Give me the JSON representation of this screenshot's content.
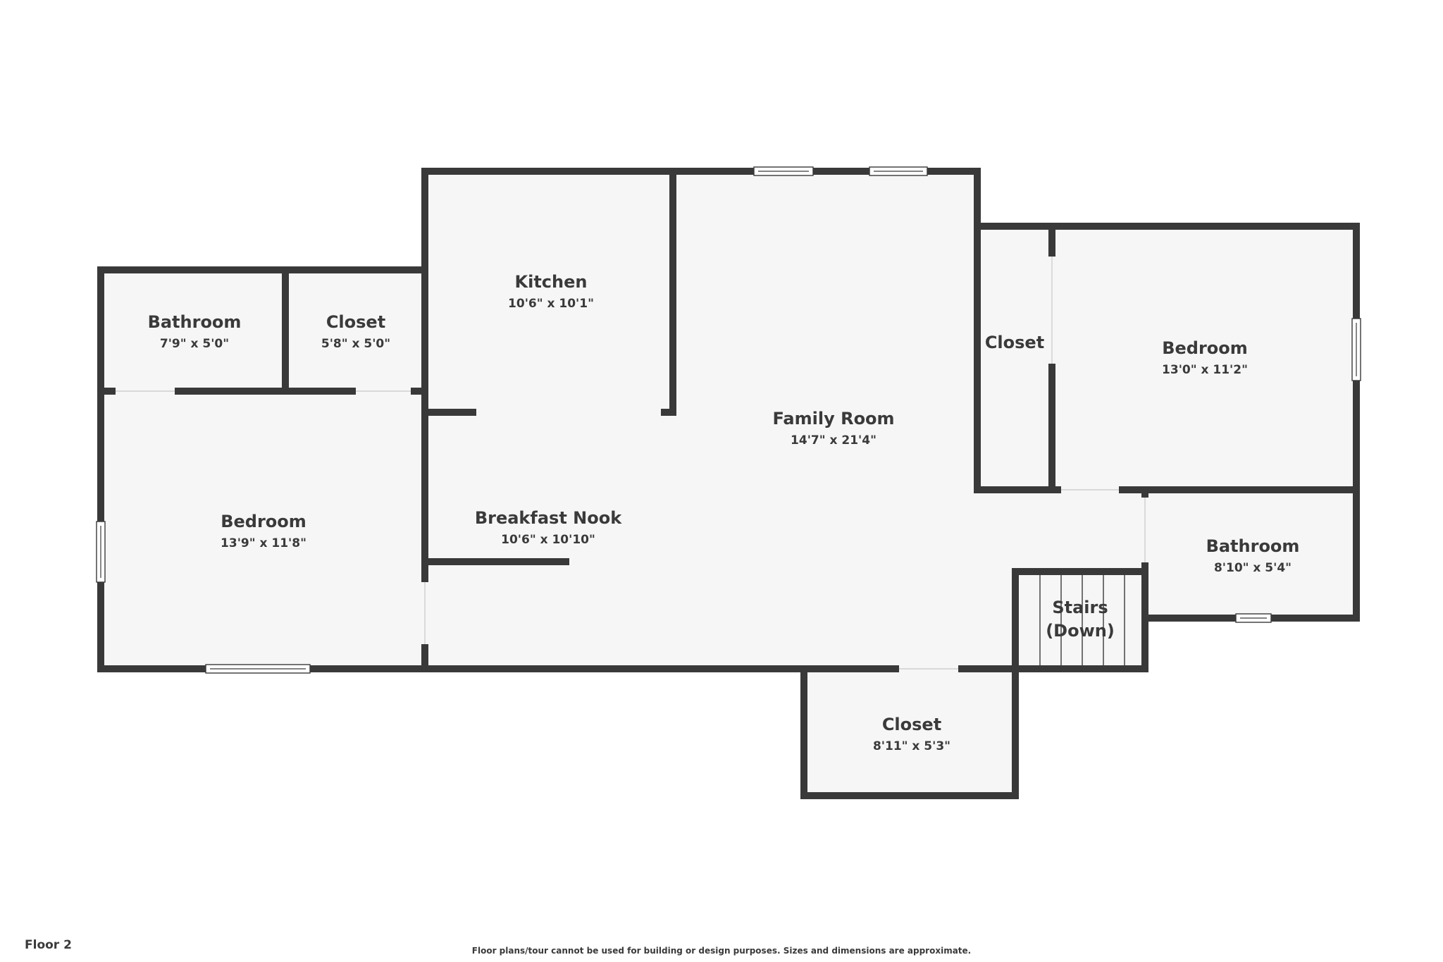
{
  "floor_label": "Floor 2",
  "disclaimer": "Floor plans/tour cannot be used for building or design purposes. Sizes and dimensions are approximate.",
  "colors": {
    "wall": "#393939",
    "room_fill": "#f6f6f6",
    "text": "#3a3a3a",
    "background": "#ffffff"
  },
  "rooms": [
    {
      "id": "bathroom-left",
      "name": "Bathroom",
      "dims": "7'9\" x 5'0\""
    },
    {
      "id": "closet-top-left",
      "name": "Closet",
      "dims": "5'8\" x 5'0\""
    },
    {
      "id": "bedroom-left",
      "name": "Bedroom",
      "dims": "13'9\" x 11'8\""
    },
    {
      "id": "kitchen",
      "name": "Kitchen",
      "dims": "10'6\" x 10'1\""
    },
    {
      "id": "breakfast-nook",
      "name": "Breakfast Nook",
      "dims": "10'6\" x 10'10\""
    },
    {
      "id": "family-room",
      "name": "Family Room",
      "dims": "14'7\" x 21'4\""
    },
    {
      "id": "closet-right",
      "name": "Closet",
      "dims": ""
    },
    {
      "id": "bedroom-right",
      "name": "Bedroom",
      "dims": "13'0\" x 11'2\""
    },
    {
      "id": "bathroom-right",
      "name": "Bathroom",
      "dims": "8'10\" x 5'4\""
    },
    {
      "id": "stairs",
      "name": "Stairs",
      "name_line2": "(Down)",
      "dims": ""
    },
    {
      "id": "closet-bottom",
      "name": "Closet",
      "dims": "8'11\" x 5'3\""
    }
  ]
}
